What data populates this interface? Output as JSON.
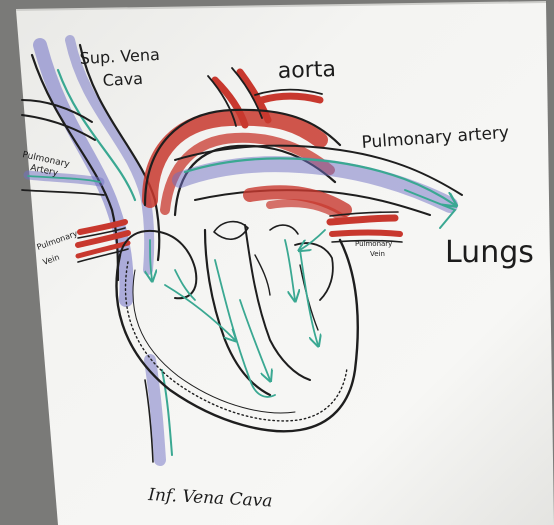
{
  "diagram": {
    "labels": {
      "sup_vena_cava": [
        "Sup. Vena",
        "Cava"
      ],
      "aorta": "aorta",
      "pulmonary_artery": "Pulmonary artery",
      "lungs": "Lungs",
      "pulmonary_artery_left": [
        "Pulmonary",
        "Artery"
      ],
      "pulmonary_vein_left": [
        "Pulmonary",
        "Vein"
      ],
      "pulmonary_vein_right": [
        "Pulmonary",
        "Vein"
      ],
      "inf_vena_cava": "Inf. Vena Cava"
    },
    "colors": {
      "whiteboard": "#f2f2f0",
      "marker_black": "#1e1e1e",
      "oxygenated_red": "#c8382e",
      "deoxygenated_blue": "#6f6fc4",
      "flow_teal": "#3aa892"
    }
  }
}
